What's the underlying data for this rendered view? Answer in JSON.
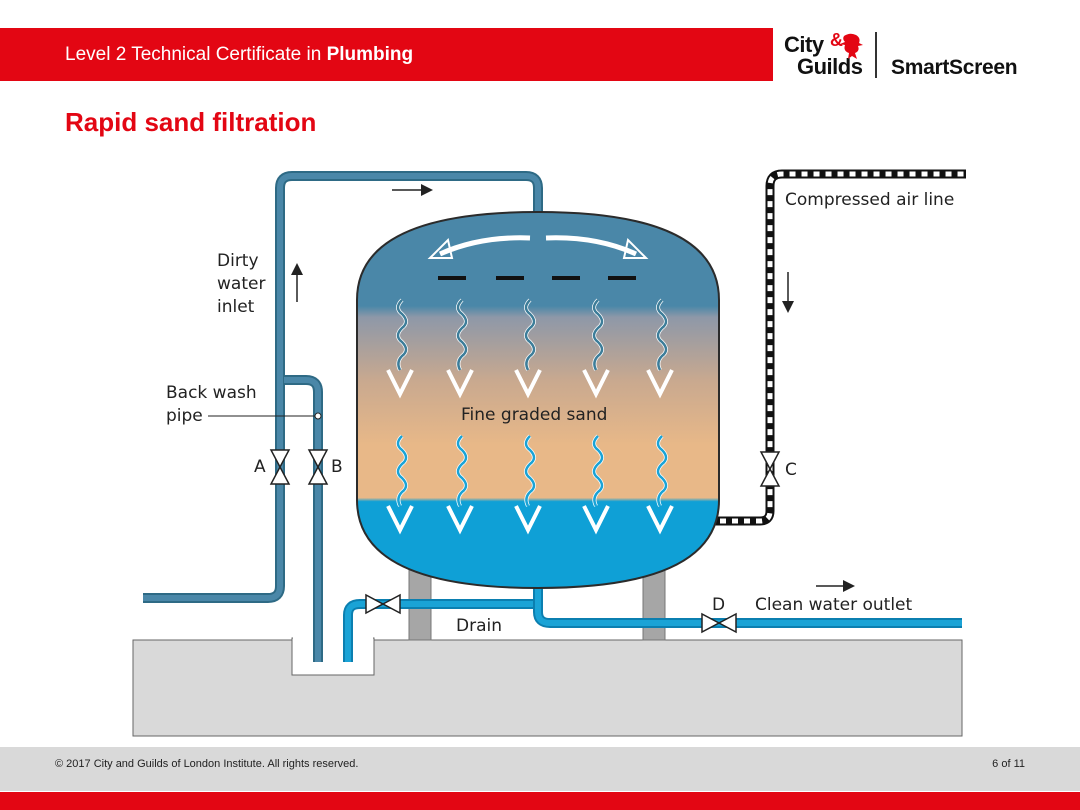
{
  "header": {
    "course_prefix": "Level 2 Technical Certificate in ",
    "course_subject": "Plumbing"
  },
  "logo": {
    "city": "City",
    "amp": "&",
    "guilds": "Guilds",
    "product": "SmartScreen"
  },
  "slide": {
    "title": "Rapid sand filtration"
  },
  "diagram": {
    "labels": {
      "dirty_water_line1": "Dirty",
      "dirty_water_line2": "water",
      "dirty_water_line3": "inlet",
      "back_wash_line1": "Back wash",
      "back_wash_line2": "pipe",
      "valve_a": "A",
      "valve_b": "B",
      "valve_c": "C",
      "valve_d": "D",
      "compressed_air": "Compressed air line",
      "fine_sand": "Fine graded sand",
      "drain": "Drain",
      "clean_water": "Clean water outlet"
    },
    "colors": {
      "pipe_dark": "#3d7d99",
      "pipe_light": "#1aa3d6",
      "water_top": "#4a87a8",
      "sand": "#e8b888",
      "clean_water": "#0fa0d6",
      "ground": "#d9d9d9",
      "support": "#a6a6a6"
    }
  },
  "footer": {
    "copyright": "© 2017 City and Guilds of London Institute. All rights reserved.",
    "page": "6 of 11"
  }
}
